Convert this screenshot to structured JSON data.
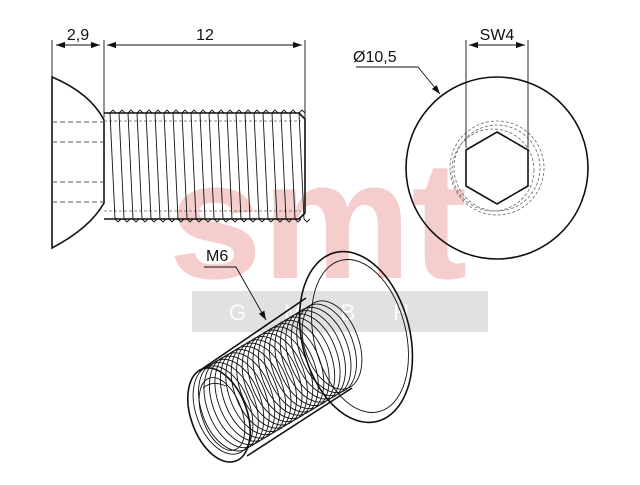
{
  "drawing": {
    "dimensions": {
      "head_height": "2,9",
      "thread_length": "12",
      "head_diameter": "Ø10,5",
      "drive_size": "SW4",
      "thread_size": "M6"
    }
  },
  "watermark": {
    "logo": "smt",
    "sub": "GMBH",
    "color": "#f2b9b9",
    "bar_color": "#dcdcdc"
  }
}
